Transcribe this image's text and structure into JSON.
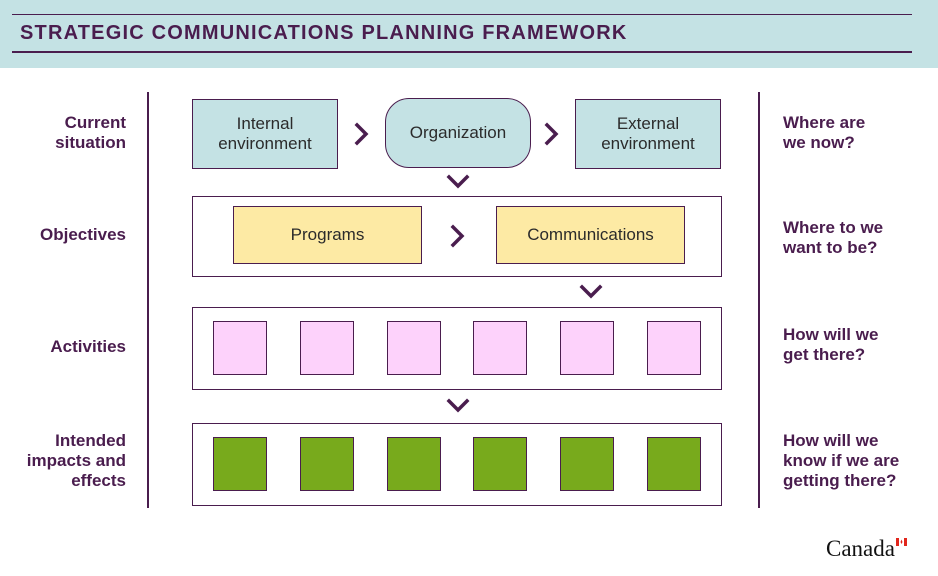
{
  "header": {
    "title": "STRATEGIC COMMUNICATIONS PLANNING FRAMEWORK"
  },
  "rows": [
    {
      "label_line1": "Current",
      "label_line2": "situation",
      "question_line1": "Where are",
      "question_line2": "we now?"
    },
    {
      "label_line1": "Objectives",
      "question_line1": "Where to we",
      "question_line2": "want to be?"
    },
    {
      "label_line1": "Activities",
      "question_line1": "How will we",
      "question_line2": "get there?"
    },
    {
      "label_line1": "Intended",
      "label_line2": "impacts and",
      "label_line3": "effects",
      "question_line1": "How will we",
      "question_line2": "know if we are",
      "question_line3": "getting there?"
    }
  ],
  "current_situation": {
    "internal_line1": "Internal",
    "internal_line2": "environment",
    "organization": "Organization",
    "external_line1": "External",
    "external_line2": "environment"
  },
  "objectives": {
    "programs": "Programs",
    "communications": "Communications"
  },
  "colors": {
    "primary": "#4a1d4e",
    "teal": "#c4e2e4",
    "yellow": "#fdeaa4",
    "pink": "#fdd2fb",
    "green": "#78aa1c",
    "flag_red": "#e1261c"
  },
  "icons": {
    "step_arrow": "chevron-right",
    "flow_arrow": "chevron-down",
    "flag": "canada-flag"
  },
  "footer": {
    "wordmark": "Canada"
  }
}
